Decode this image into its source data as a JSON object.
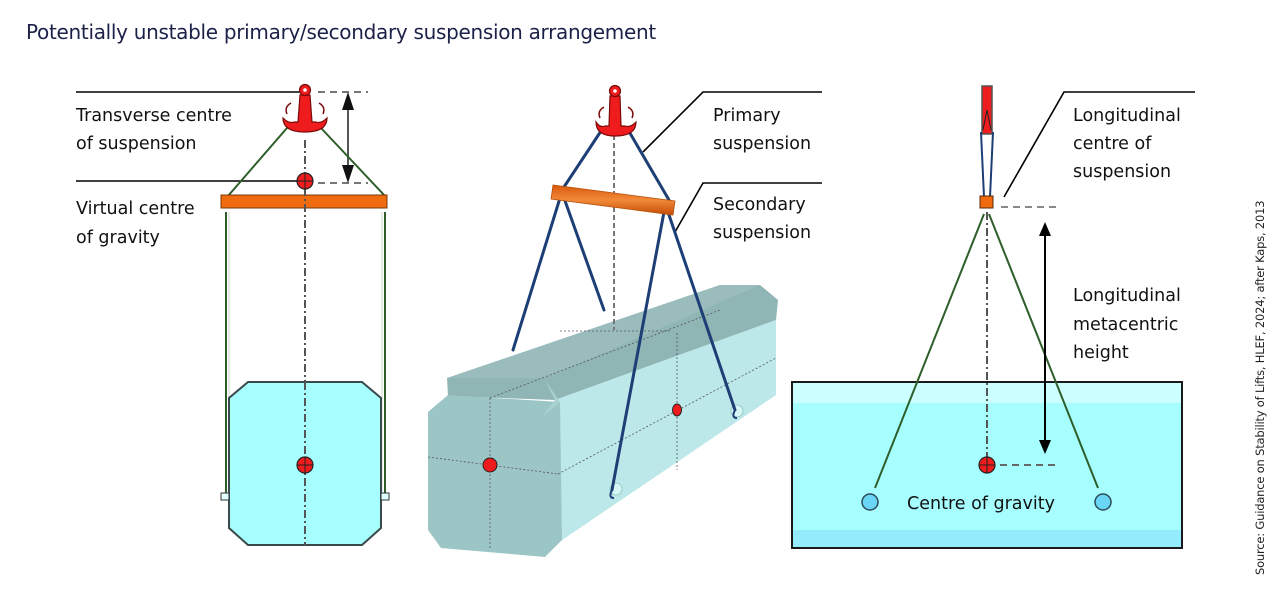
{
  "title": "Potentially unstable primary/secondary suspension arrangement",
  "source": "Source: Guidance on Stability of Lifts, HLEF, 2024; after Kaps, 2013",
  "colors": {
    "title": "#1b2148",
    "hook_red": "#ee1c1c",
    "spreader_orange": "#f06a10",
    "sling_green": "#2e5e2a",
    "sling_blue": "#1d3f75",
    "load_cyan": "#a6feff",
    "load_3d_front": "#9cc6c6",
    "load_3d_side": "#bde8e9",
    "load_3d_top": "#8fb5b5",
    "lifting_point_blue": "#6ad6f5"
  },
  "panels": {
    "transverse": {
      "labels": {
        "suspension_line1": "Transverse centre",
        "suspension_line2": "of suspension",
        "virtual_cog_line1": "Virtual centre",
        "virtual_cog_line2": "of gravity"
      }
    },
    "perspective": {
      "labels": {
        "primary_line1": "Primary",
        "primary_line2": "suspension",
        "secondary_line1": "Secondary",
        "secondary_line2": "suspension"
      }
    },
    "longitudinal": {
      "labels": {
        "suspension_line1": "Longitudinal",
        "suspension_line2": "centre of",
        "suspension_line3": "suspension",
        "metacentric_line1": "Longitudinal",
        "metacentric_line2": "metacentric",
        "metacentric_line3": "height",
        "cog": "Centre of gravity"
      }
    }
  }
}
